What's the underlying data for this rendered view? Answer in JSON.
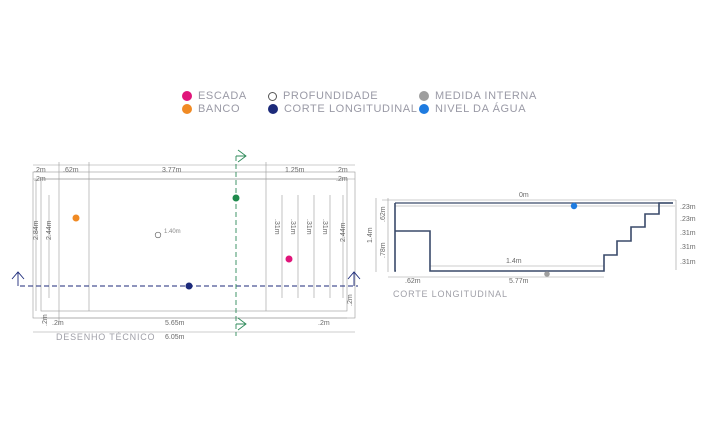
{
  "legend": {
    "items": [
      {
        "id": "escada",
        "label": "ESCADA",
        "color": "#e0157a"
      },
      {
        "id": "banco",
        "label": "BANCO",
        "color": "#f08a24"
      },
      {
        "id": "profundidade",
        "label": "PROFUNDIDADE",
        "color": "#ffffff"
      },
      {
        "id": "corte",
        "label": "CORTE LONGITUDINAL",
        "color": "#1c2a7a"
      },
      {
        "id": "medida",
        "label": "MEDIDA INTERNA",
        "color": "#9e9e9e"
      },
      {
        "id": "nivel",
        "label": "NIVEL DA ÁGUA",
        "color": "#1e7be0"
      }
    ]
  },
  "plan": {
    "caption": "DESENHO TÉCNICO",
    "depth_label": "1.40m",
    "top_dims": [
      ".2m",
      ".2m",
      ".62m",
      "3.77m",
      "1.25m",
      ".2m",
      ".2m"
    ],
    "step_dims": [
      ".31m",
      ".31m",
      ".31m",
      ".31m"
    ],
    "left_dims": [
      "2.84m",
      "2.44m"
    ],
    "right_dims": [
      "2.44m",
      ".2m"
    ],
    "bottom_dims": [
      ".2m",
      ".2m",
      "5.65m",
      ".2m",
      "6.05m"
    ],
    "marker_colors": {
      "green": "#1f8a4c",
      "arrow": "#2e8a5a",
      "section_line": "#1c2a7a"
    }
  },
  "section": {
    "caption": "CORTE LONGITUDINAL",
    "water_label": "0m",
    "floor_label": "1.4m",
    "left_dims": [
      "1.4m",
      ".62m",
      ".78m"
    ],
    "bottom_dims": [
      ".62m",
      "5.77m"
    ],
    "right_dims": [
      ".23m",
      ".23m",
      ".31m",
      ".31m",
      ".31m"
    ],
    "line_color": "#3a4a6a"
  }
}
